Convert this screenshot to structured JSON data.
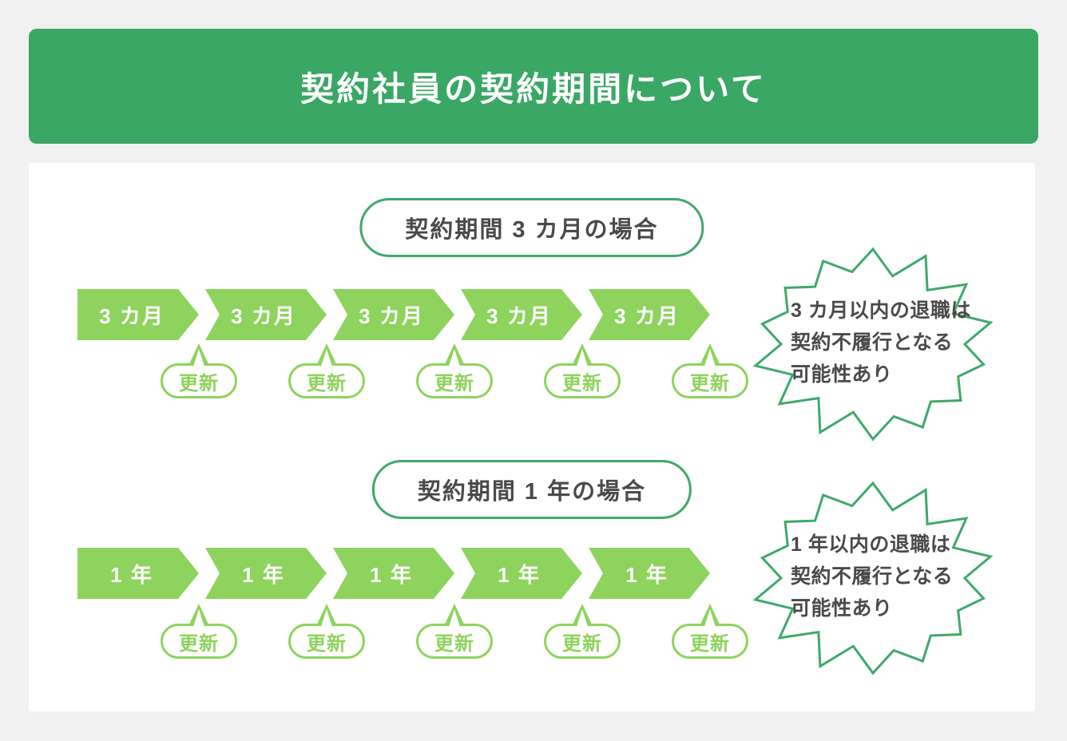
{
  "header": {
    "title": "契約社員の契約期間について"
  },
  "sections": [
    {
      "id": "three-month-contract",
      "case_label": "契約期間 3 カ月の場合",
      "segments": [
        "3 カ月",
        "3 カ月",
        "3 カ月",
        "3 カ月",
        "3 カ月"
      ],
      "renewals": [
        "更新",
        "更新",
        "更新",
        "更新",
        "更新"
      ],
      "note_lines": [
        "3 カ月以内の退職は",
        "契約不履行となる",
        "可能性あり"
      ]
    },
    {
      "id": "one-year-contract",
      "case_label": "契約期間 1 年の場合",
      "segments": [
        "1 年",
        "1 年",
        "1 年",
        "1 年",
        "1 年"
      ],
      "renewals": [
        "更新",
        "更新",
        "更新",
        "更新",
        "更新"
      ],
      "note_lines": [
        "1 年以内の退職は",
        "契約不履行となる",
        "可能性あり"
      ]
    }
  ],
  "colors": {
    "page_background": "#f1f1f1",
    "banner_green": "#3aa765",
    "arrow_green": "#8ed35d",
    "outline_green": "#3fa969",
    "text_dark": "#4a4a4a",
    "card_white": "#ffffff"
  }
}
